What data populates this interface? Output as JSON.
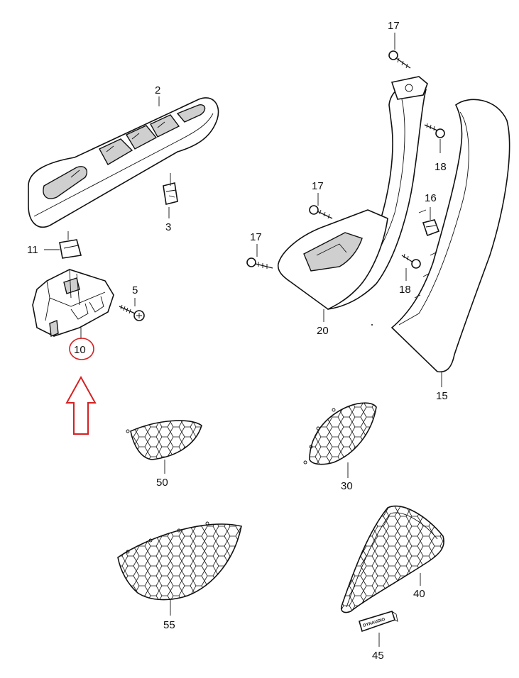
{
  "callouts": {
    "c2": "2",
    "c3": "3",
    "c5": "5",
    "c10": "10",
    "c11": "11",
    "c15": "15",
    "c16": "16",
    "c17a": "17",
    "c17b": "17",
    "c17c": "17",
    "c18a": "18",
    "c18b": "18",
    "c20": "20",
    "c30": "30",
    "c40": "40",
    "c45": "45",
    "c50": "50",
    "c55": "55"
  },
  "badge_text": "DYNAUDIO",
  "highlight": {
    "target": "10",
    "color": "#d62020"
  }
}
